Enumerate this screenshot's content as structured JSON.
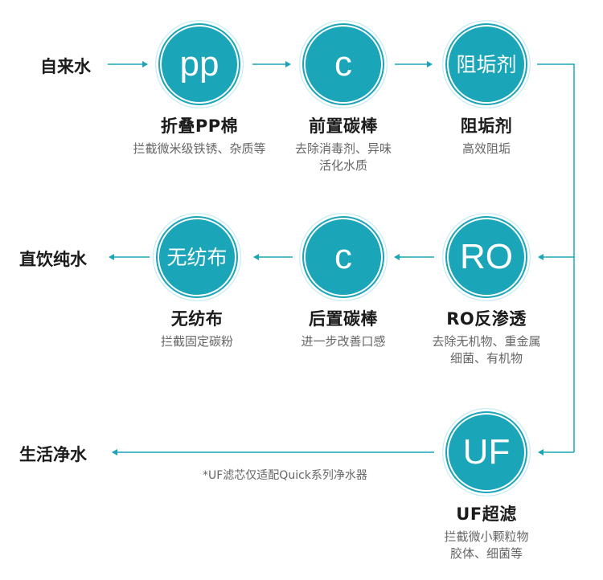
{
  "colors": {
    "accent": "#1aa5b8",
    "text": "#1b1b1b",
    "muted": "#666666"
  },
  "endpoints": {
    "input": "自来水",
    "direct": "直饮纯水",
    "living": "生活净水"
  },
  "stages": {
    "pp": {
      "symbol": "pp",
      "title": "折叠PP棉",
      "desc": [
        "拦截微米级铁锈、杂质等"
      ]
    },
    "pre": {
      "symbol": "c",
      "title": "前置碳棒",
      "desc": [
        "去除消毒剂、异味",
        "活化水质"
      ]
    },
    "scale": {
      "symbol": "阻垢剂",
      "title": "阻垢剂",
      "desc": [
        "高效阻垢"
      ]
    },
    "ro": {
      "symbol": "RO",
      "title": "RO反渗透",
      "desc": [
        "去除无机物、重金属",
        "细菌、有机物"
      ]
    },
    "post": {
      "symbol": "c",
      "title": "后置碳棒",
      "desc": [
        "进一步改善口感"
      ]
    },
    "fab": {
      "symbol": "无纺布",
      "title": "无纺布",
      "desc": [
        "拦截固定碳粉"
      ]
    },
    "uf": {
      "symbol": "UF",
      "title": "UF超滤",
      "desc": [
        "拦截微小颗粒物",
        "胶体、细菌等"
      ]
    }
  },
  "note": "*UF滤芯仅适配Quick系列净水器"
}
